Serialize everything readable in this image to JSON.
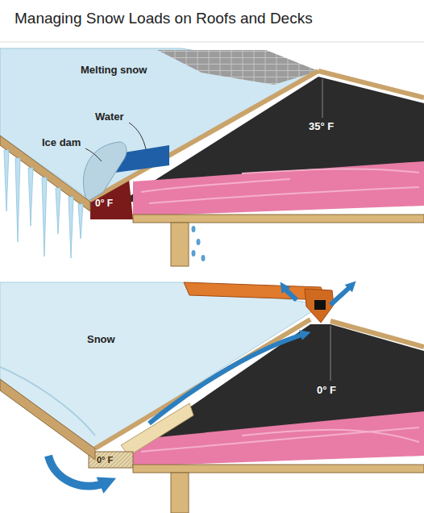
{
  "diagram": {
    "title": "Managing Snow Loads on Roofs and Decks",
    "labels": [
      "Melting snow",
      "Water",
      "35° F",
      "Ice dam",
      "0° F",
      "Snow",
      "0° F",
      "0° F"
    ]
  }
}
